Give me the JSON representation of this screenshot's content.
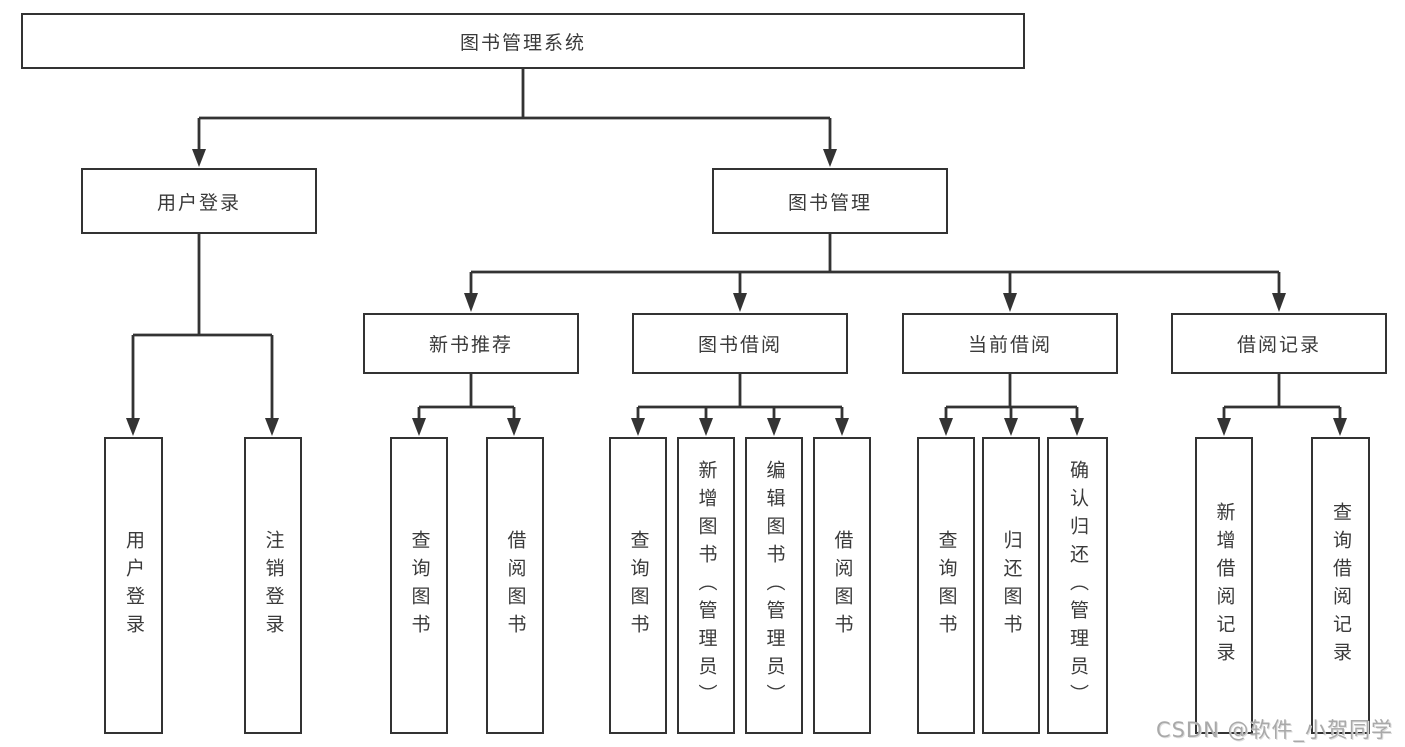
{
  "tree": {
    "label": "图书管理系统",
    "children": [
      {
        "label": "用户登录",
        "children": [
          {
            "label": "用户登录"
          },
          {
            "label": "注销登录"
          }
        ]
      },
      {
        "label": "图书管理",
        "children": [
          {
            "label": "新书推荐",
            "children": [
              {
                "label": "查询图书"
              },
              {
                "label": "借阅图书"
              }
            ]
          },
          {
            "label": "图书借阅",
            "children": [
              {
                "label": "查询图书"
              },
              {
                "label": "新增图书（管理员）"
              },
              {
                "label": "编辑图书（管理员）"
              },
              {
                "label": "借阅图书"
              }
            ]
          },
          {
            "label": "当前借阅",
            "children": [
              {
                "label": "查询图书"
              },
              {
                "label": "归还图书"
              },
              {
                "label": "确认归还（管理员）"
              }
            ]
          },
          {
            "label": "借阅记录",
            "children": [
              {
                "label": "新增借阅记录"
              },
              {
                "label": "查询借阅记录"
              }
            ]
          }
        ]
      }
    ]
  },
  "watermark": {
    "text": "CSDN @软件_小贺同学"
  },
  "colors": {
    "line": "#333333",
    "box_border": "#333333",
    "box_fill": "#ffffff",
    "text": "#3a3a3a",
    "watermark": "#a9a9a9",
    "background": "#ffffff"
  }
}
